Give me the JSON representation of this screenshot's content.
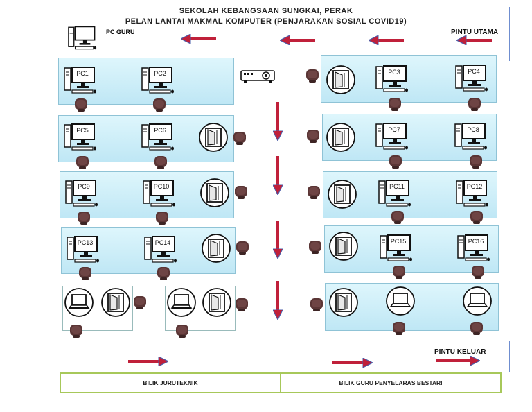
{
  "header": {
    "line1": "SEKOLAH KEBANGSAAN SUNGKAI, PERAK",
    "line2": "PELAN LANTAI MAKMAL KOMPUTER (PENJARAKAN SOSIAL COVID19)"
  },
  "labels": {
    "pc_guru": "PC GURU",
    "pintu_utama": "PINTU UTAMA",
    "pintu_keluar": "PINTU KELUAR"
  },
  "rooms": {
    "juruteknik": "BILIK JURUTEKNIK",
    "guru_penyelaras": "BILIK GURU PENYELARAS BESTARI"
  },
  "pcs": [
    "PC1",
    "PC2",
    "PC3",
    "PC4",
    "PC5",
    "PC6",
    "PC7",
    "PC8",
    "PC9",
    "PC10",
    "PC11",
    "PC12",
    "PC13",
    "PC14",
    "PC15",
    "PC16"
  ],
  "icons": {
    "pc": "desktop-computer-icon",
    "chair": "chair-icon",
    "window": "open-window-icon",
    "laptop": "laptop-icon",
    "projector": "projector-icon",
    "arrow": "red-arrow-icon"
  },
  "colors": {
    "desk": "#cdeefa",
    "arrow": "#c0203a",
    "room_border": "#a7c85a",
    "chair": "#5a3535"
  }
}
